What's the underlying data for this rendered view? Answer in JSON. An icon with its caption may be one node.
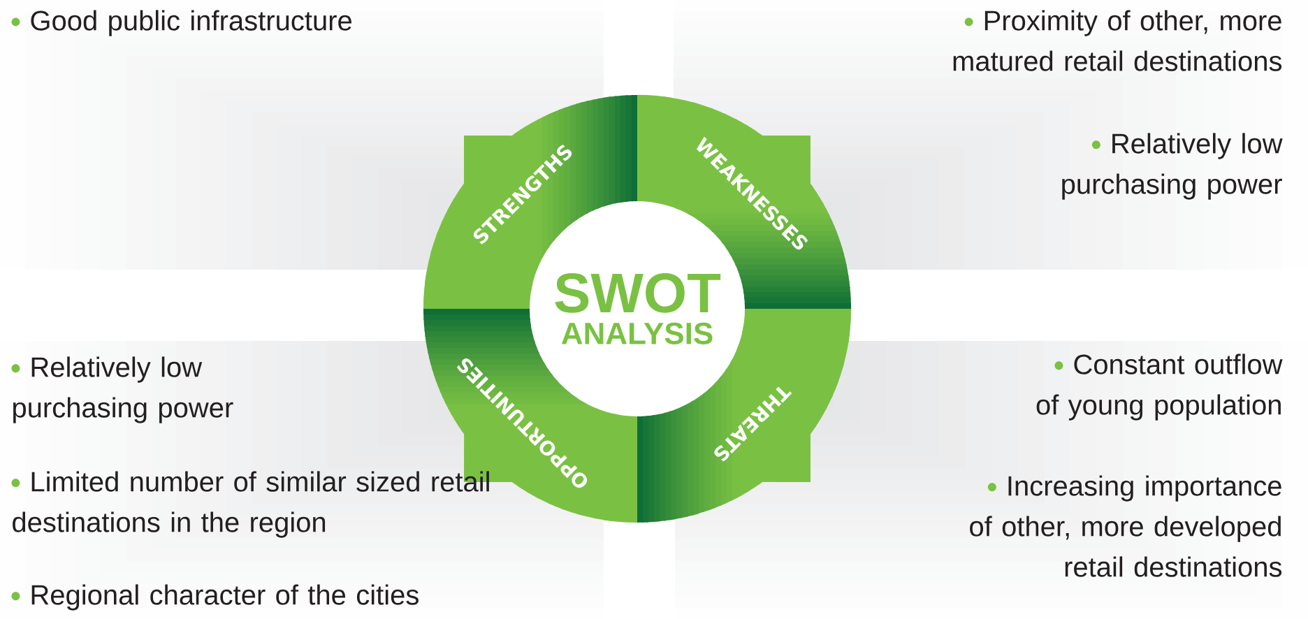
{
  "diagram": {
    "nodes": [
      {
        "text": [
          "SWOT",
          "ANALYSIS"
        ]
      },
      {
        "text": [
          "STRENGTHS"
        ]
      },
      {
        "text": [
          "WEAKNESSES"
        ]
      },
      {
        "text": [
          "THREATS"
        ]
      },
      {
        "text": [
          "OPPORTUNITIES"
        ]
      }
    ],
    "labels": [
      "Good public infrastructure",
      "Proximity of other, more matured retail destinations",
      "Relatively low purchasing power",
      "Relatively low purchasing power",
      "Limited number of similar sized retail destinations in the region",
      "Regional character of the cities",
      "Constant outflow of young population",
      "Increasing importance of other, more developed retail destinations"
    ]
  }
}
